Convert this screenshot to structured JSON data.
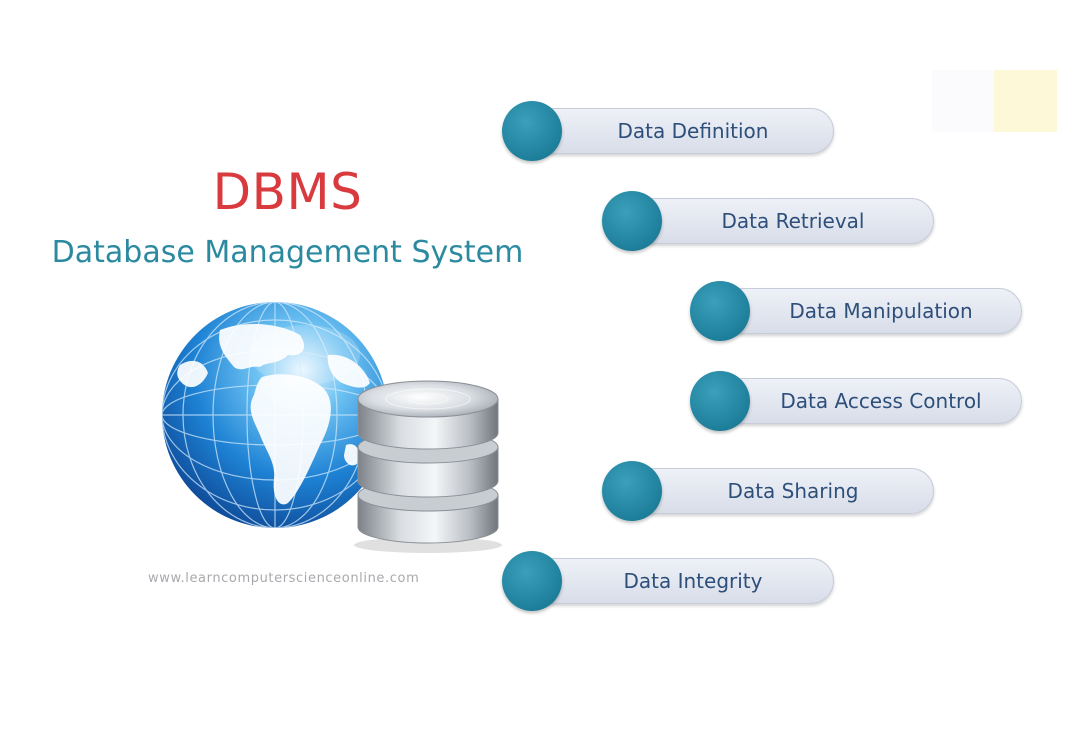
{
  "title": "DBMS",
  "subtitle": "Database Management System",
  "website": "www.learncomputerscienceonline.com",
  "colors": {
    "title": "#d93a3e",
    "subtitle": "#2b8aa0",
    "circle": "#1e7f9b",
    "pill_text": "#2e4f7a"
  },
  "icons": [
    "globe-icon",
    "database-icon"
  ],
  "features": [
    {
      "label": "Data Definition"
    },
    {
      "label": "Data Retrieval"
    },
    {
      "label": "Data Manipulation"
    },
    {
      "label": "Data Access Control"
    },
    {
      "label": "Data Sharing"
    },
    {
      "label": "Data Integrity"
    }
  ]
}
